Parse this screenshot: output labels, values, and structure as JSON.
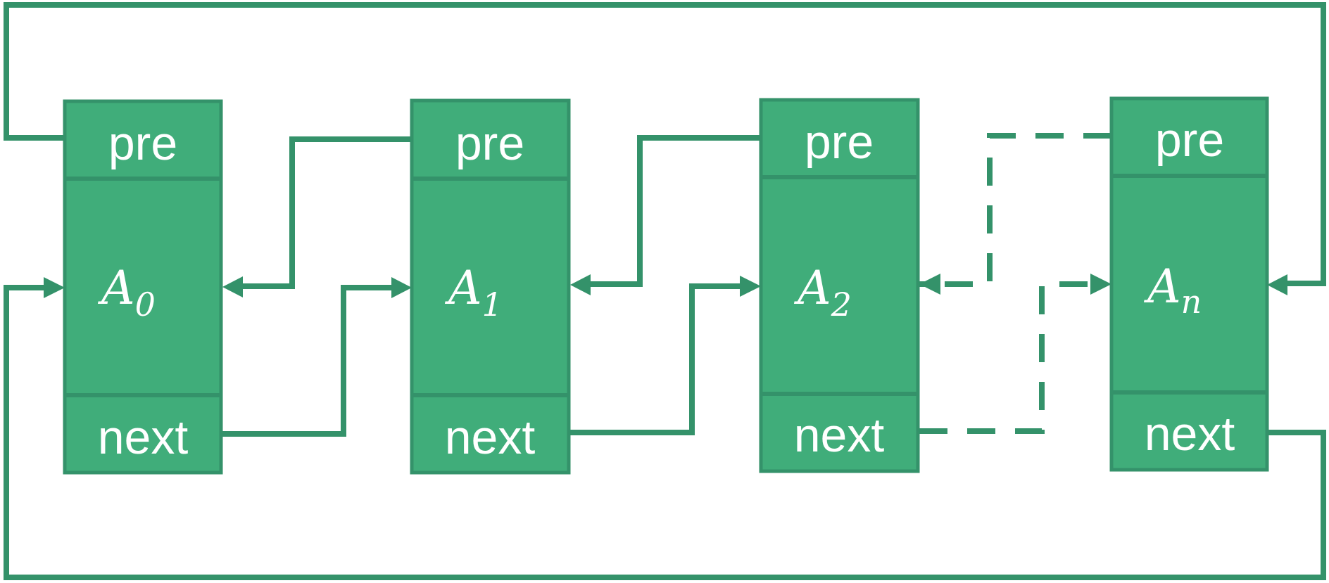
{
  "diagram": {
    "colors": {
      "node_fill": "#40ad7a",
      "node_stroke": "#34926a",
      "connector": "#34926a",
      "text": "#ffffff",
      "background": "#ffffff"
    },
    "nodes": [
      {
        "id": "A0",
        "pre_label": "pre",
        "name": "A",
        "subscript": "0",
        "next_label": "next"
      },
      {
        "id": "A1",
        "pre_label": "pre",
        "name": "A",
        "subscript": "1",
        "next_label": "next"
      },
      {
        "id": "A2",
        "pre_label": "pre",
        "name": "A",
        "subscript": "2",
        "next_label": "next"
      },
      {
        "id": "An",
        "pre_label": "pre",
        "name": "A",
        "subscript": "n",
        "next_label": "next"
      }
    ],
    "links": [
      {
        "from": "A0.pre",
        "to": "An",
        "style": "solid"
      },
      {
        "from": "An.next",
        "to": "A0",
        "style": "solid"
      },
      {
        "from": "A0.next",
        "to": "A1",
        "style": "solid"
      },
      {
        "from": "A1.pre",
        "to": "A0",
        "style": "solid"
      },
      {
        "from": "A1.next",
        "to": "A2",
        "style": "solid"
      },
      {
        "from": "A2.pre",
        "to": "A1",
        "style": "solid"
      },
      {
        "from": "A2.next",
        "to": "An",
        "style": "dashed"
      },
      {
        "from": "An.pre",
        "to": "A2",
        "style": "dashed"
      }
    ]
  }
}
